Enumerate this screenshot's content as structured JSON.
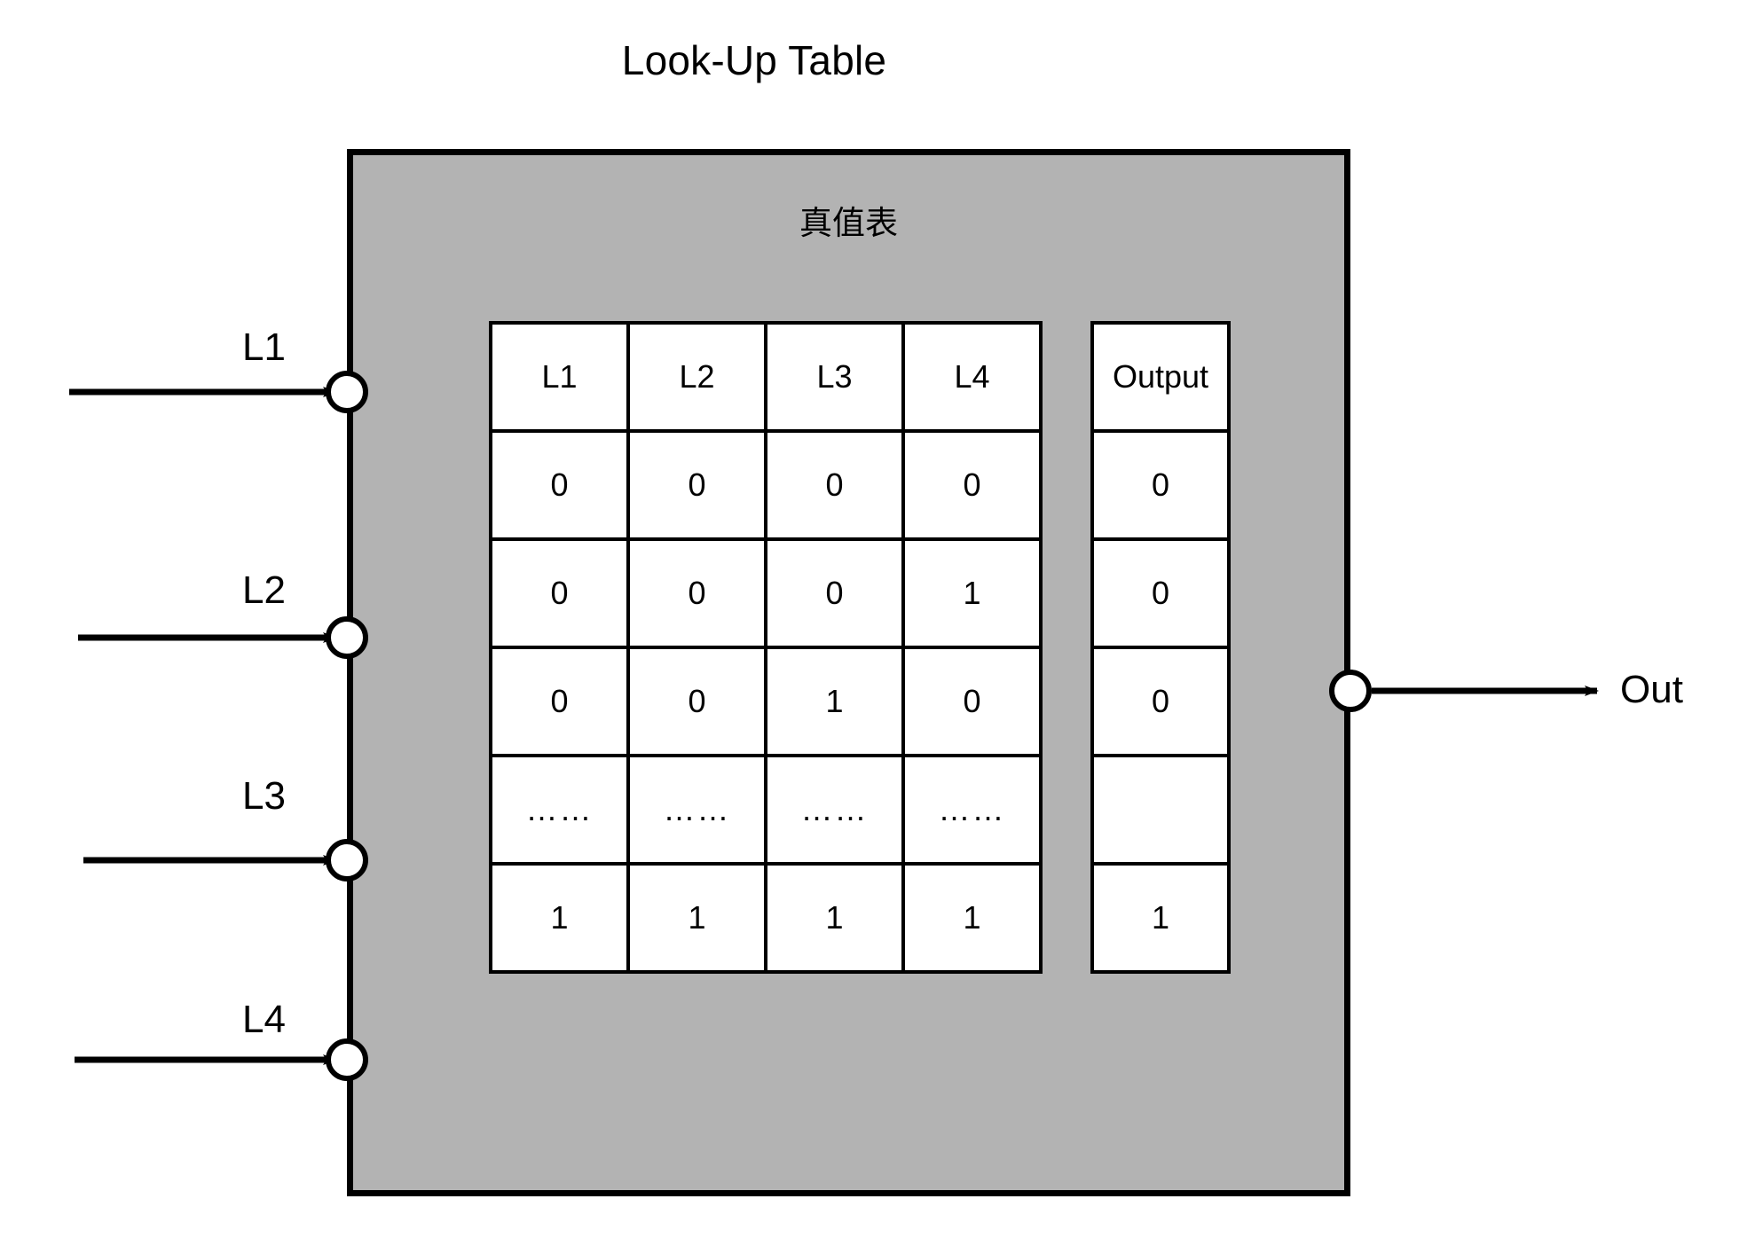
{
  "title": "Look-Up Table",
  "block": {
    "subtitle": "真值表",
    "fill_color": "#b3b3b3",
    "border_color": "#000000"
  },
  "inputs": [
    {
      "label": "L1"
    },
    {
      "label": "L2"
    },
    {
      "label": "L3"
    },
    {
      "label": "L4"
    }
  ],
  "output": {
    "label": "Out"
  },
  "truth_table": {
    "input_headers": [
      "L1",
      "L2",
      "L3",
      "L4"
    ],
    "output_header": "Output",
    "rows": [
      {
        "inputs": [
          "0",
          "0",
          "0",
          "0"
        ],
        "output": "0"
      },
      {
        "inputs": [
          "0",
          "0",
          "0",
          "1"
        ],
        "output": "0"
      },
      {
        "inputs": [
          "0",
          "0",
          "1",
          "0"
        ],
        "output": "0"
      },
      {
        "inputs": [
          "……",
          "……",
          "……",
          "……"
        ],
        "output": ""
      },
      {
        "inputs": [
          "1",
          "1",
          "1",
          "1"
        ],
        "output": "1"
      }
    ]
  }
}
